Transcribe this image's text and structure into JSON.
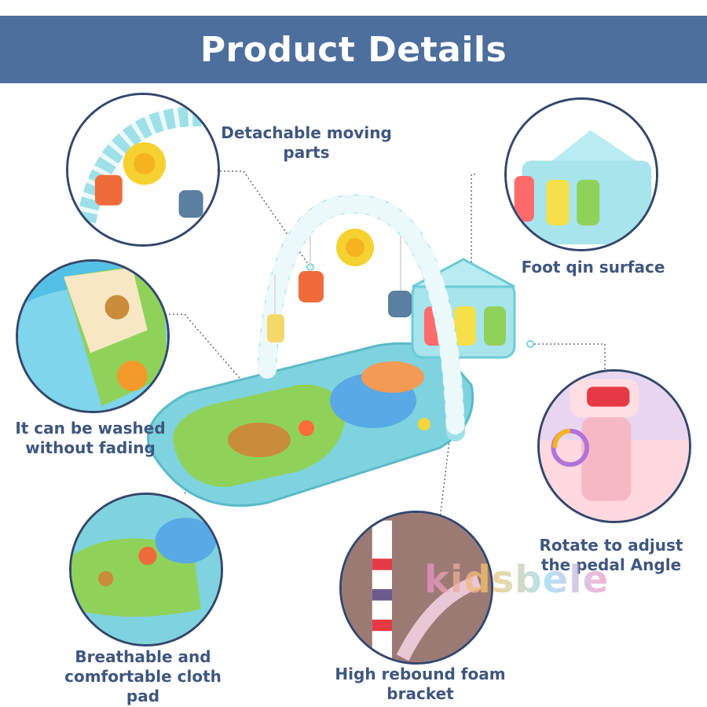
{
  "header": {
    "title": "Product Details"
  },
  "features": {
    "moving_parts": "Detachable moving parts",
    "foot_qin": "Foot qin surface",
    "washable": "It can be washed without fading",
    "pedal_angle": "Rotate to adjust the pedal Angle",
    "cloth_pad": "Breathable and comfortable cloth pad",
    "foam_bracket": "High rebound foam bracket"
  },
  "watermark": {
    "text": "kidsbele"
  },
  "colors": {
    "banner": "#4d6f9d",
    "text": "#3f577e",
    "circle_border": "#33476b",
    "mat_blue": "#7fd3df",
    "mat_green": "#8fd25a"
  }
}
